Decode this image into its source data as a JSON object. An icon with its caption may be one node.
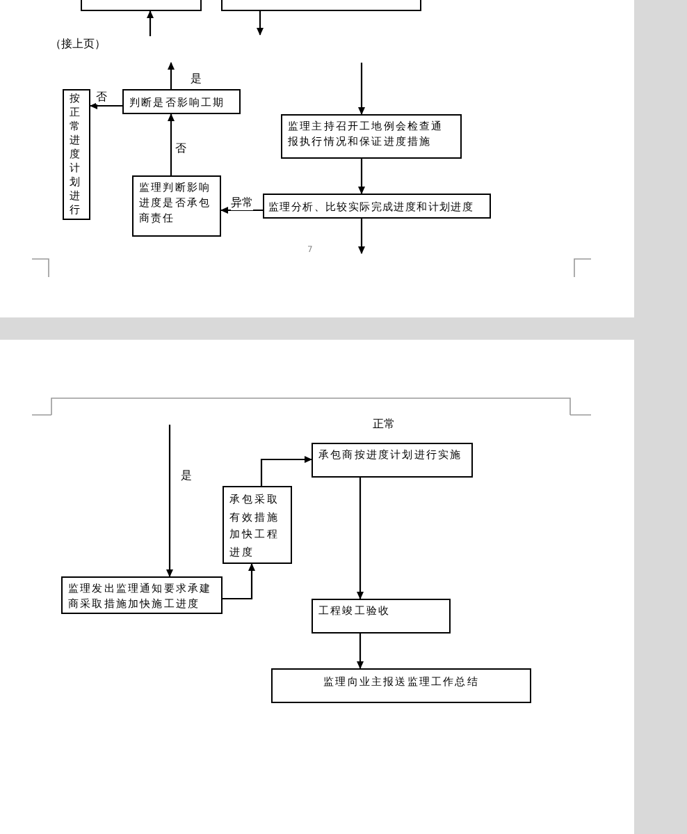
{
  "diagram": {
    "nodes": [
      {
        "text": [],
        "shape": "box"
      },
      {
        "text": [],
        "shape": "box"
      },
      {
        "text": [
          "判断是否影响工期"
        ]
      },
      {
        "text": [
          "按正常进度计划进行"
        ]
      },
      {
        "text": [
          "监理主持召开工地例会检查通报执行情况和保证进度措施"
        ]
      },
      {
        "text": [
          "监理判断影响进度是否承包商责任"
        ]
      },
      {
        "text": [
          "监理分析、比较实际完成进度和计划进度"
        ]
      },
      {
        "text": [
          "监理发出监理通知要求承建商采取措施加快施工进度"
        ]
      },
      {
        "text": [
          "承包采取有效措施加快工程进度"
        ]
      },
      {
        "text": [
          "承包商按进度计划进行实施"
        ]
      },
      {
        "text": [
          "工程竣工验收"
        ]
      },
      {
        "text": [
          "监理向业主报送监理工作总结"
        ]
      }
    ],
    "edges": [
      {
        "from": null,
        "to": 0,
        "arrow": "to"
      },
      {
        "from": 1,
        "to": null,
        "arrow": "to"
      },
      {
        "from": 2,
        "to": null,
        "arrow": "to",
        "label": "是"
      },
      {
        "from": 2,
        "to": 3,
        "arrow": "to",
        "label": "否"
      },
      {
        "from": 5,
        "to": 2,
        "arrow": "to",
        "label": "否"
      },
      {
        "from": null,
        "to": 4,
        "arrow": "to"
      },
      {
        "from": 4,
        "to": 6,
        "arrow": "to"
      },
      {
        "from": 6,
        "to": 5,
        "arrow": "to",
        "label": "异常"
      },
      {
        "from": 6,
        "to": null,
        "arrow": "to"
      },
      {
        "from": null,
        "to": 7,
        "arrow": "to",
        "label": "是"
      },
      {
        "from": 7,
        "to": 8,
        "arrow": "to"
      },
      {
        "from": 8,
        "to": 9,
        "arrow": "to"
      },
      {
        "from": 9,
        "to": 10,
        "arrow": "to"
      },
      {
        "from": 10,
        "to": 11,
        "arrow": "to"
      }
    ],
    "labels": [
      "（接上页）",
      "7",
      "正常"
    ]
  }
}
